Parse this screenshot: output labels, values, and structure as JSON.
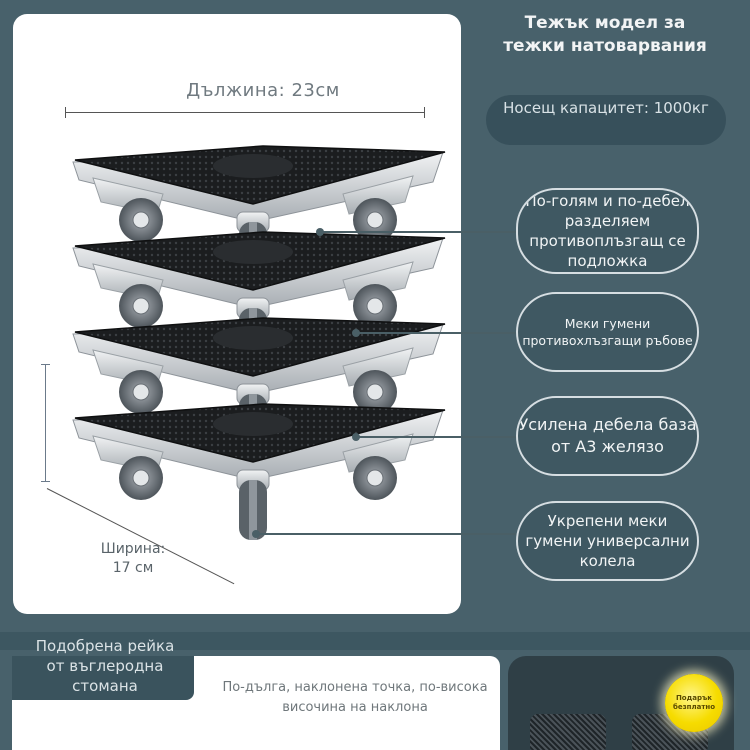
{
  "product": {
    "length_label": "Дължина: 23см",
    "width_label": "Ширина:\n17 см"
  },
  "heading": "Тежък модел за тежки натоварвания",
  "capacity": "Носещ капацитет: 1000кг",
  "features": [
    {
      "text": "По-голям и по-дебел разделяем противоплъзгащ се подложка"
    },
    {
      "text": "Меки гумени противохлъзгащи ръбове"
    },
    {
      "text": "Усилена дебела база от A3 желязо"
    },
    {
      "text": "Укрепени меки гумени универсални колела"
    }
  ],
  "bottom": {
    "tag": "Подобрена рейка от въглеродна стомана",
    "description": "По-дълга, наклонена точка, по-висока височина на наклона",
    "gift_badge": "Подарък безплатно"
  },
  "colors": {
    "background": "#48616b",
    "pill_dark": "#37505b",
    "badge_yellow": "#f6dc00"
  },
  "icons": [
    "dolly-stack-image",
    "gift-badge"
  ]
}
